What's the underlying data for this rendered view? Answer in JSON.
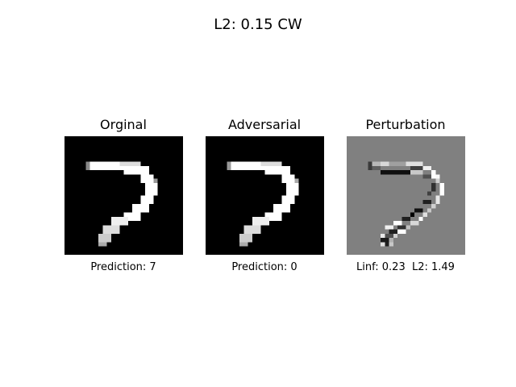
{
  "figure": {
    "suptitle": "L2: 0.15 CW"
  },
  "panels": [
    {
      "title": "Orginal",
      "caption": "Prediction: 7",
      "colormap": "gray"
    },
    {
      "title": "Adversarial",
      "caption": "Prediction: 0",
      "colormap": "gray"
    },
    {
      "title": "Perturbation",
      "caption": "Linf: 0.23  L2: 1.49",
      "colormap": "gray-centered"
    }
  ]
}
